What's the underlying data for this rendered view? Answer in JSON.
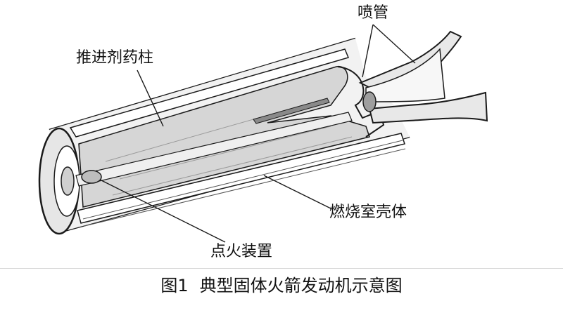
{
  "labels": {
    "propellant_grain": "推进剂药柱",
    "nozzle": "喷管",
    "combustion_chamber_casing": "燃烧室壳体",
    "igniter": "点火装置"
  },
  "caption": {
    "figure_number": "图1",
    "title": "典型固体火箭发动机示意图"
  },
  "colors": {
    "line": "#1a1a1a",
    "shell_fill": "#f2f2f2",
    "grain_fill": "#d6d6d6",
    "nozzle_fill": "#e8e8e8"
  }
}
